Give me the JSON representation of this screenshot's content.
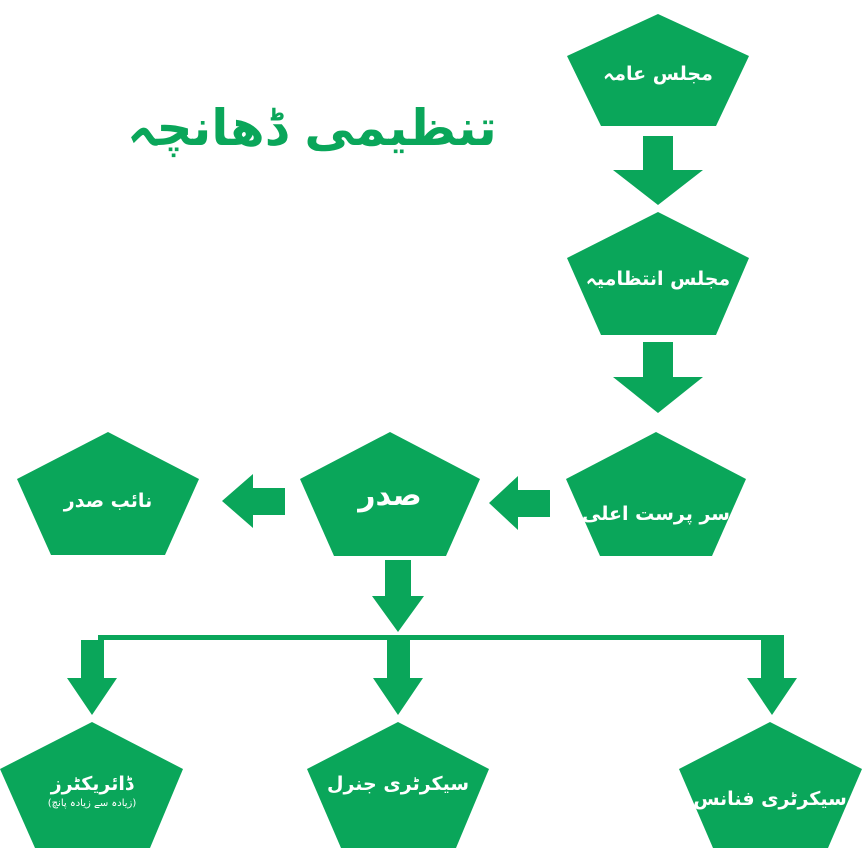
{
  "title": "تنظیمی ڈھانچہ",
  "colors": {
    "accent": "#0aa65a",
    "text_on_node": "#ffffff"
  },
  "nodes": {
    "majlis_aama": "مجلس عامہ",
    "majlis_intizamia": "مجلس انتظامیہ",
    "sarparast_aala": "سر پرست اعلی",
    "sadr": "صدر",
    "naib_sadr": "نائب صدر",
    "directors": "ڈائریکٹرز",
    "directors_note": "(زیادہ سے زیادہ پانچ)",
    "secretary_general": "سیکرٹری جنرل",
    "secretary_finance": "سیکرٹری فنانس"
  }
}
